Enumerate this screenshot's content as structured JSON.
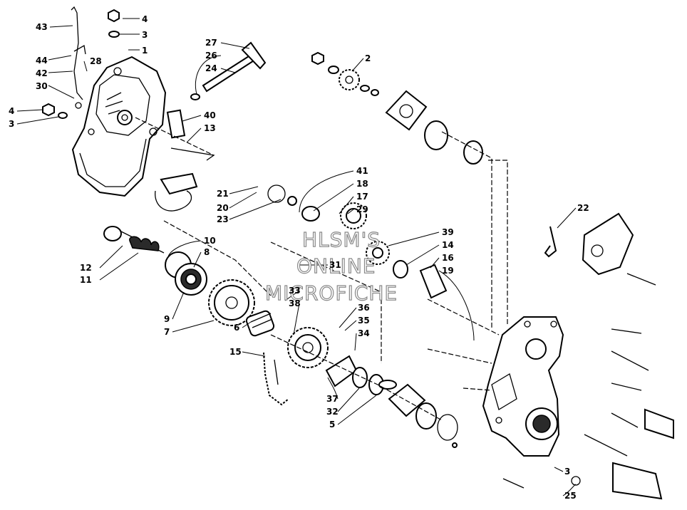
{
  "watermark": {
    "line1": "HLSM'S",
    "line2": "ONLINE",
    "line3": "MICROFICHE",
    "color": "#888888"
  },
  "callouts": {
    "c43": "43",
    "c4a": "4",
    "c3a": "3",
    "c1": "1",
    "c44": "44",
    "c42": "42",
    "c28": "28",
    "c30": "30",
    "c4b": "4",
    "c3b": "3",
    "c27": "27",
    "c26": "26",
    "c24": "24",
    "c2": "2",
    "c40": "40",
    "c13": "13",
    "c41": "41",
    "c18": "18",
    "c17": "17",
    "c29": "29",
    "c21": "21",
    "c20": "20",
    "c23": "23",
    "c22": "22",
    "c10": "10",
    "c8": "8",
    "c12": "12",
    "c11": "11",
    "c39": "39",
    "c14": "14",
    "c16": "16",
    "c31": "31",
    "c19": "19",
    "c9": "9",
    "c7": "7",
    "c33": "33",
    "c38": "38",
    "c36": "36",
    "c35": "35",
    "c34": "34",
    "c6": "6",
    "c15": "15",
    "c37": "37",
    "c32": "32",
    "c5": "5",
    "c3c": "3",
    "c25": "25"
  }
}
